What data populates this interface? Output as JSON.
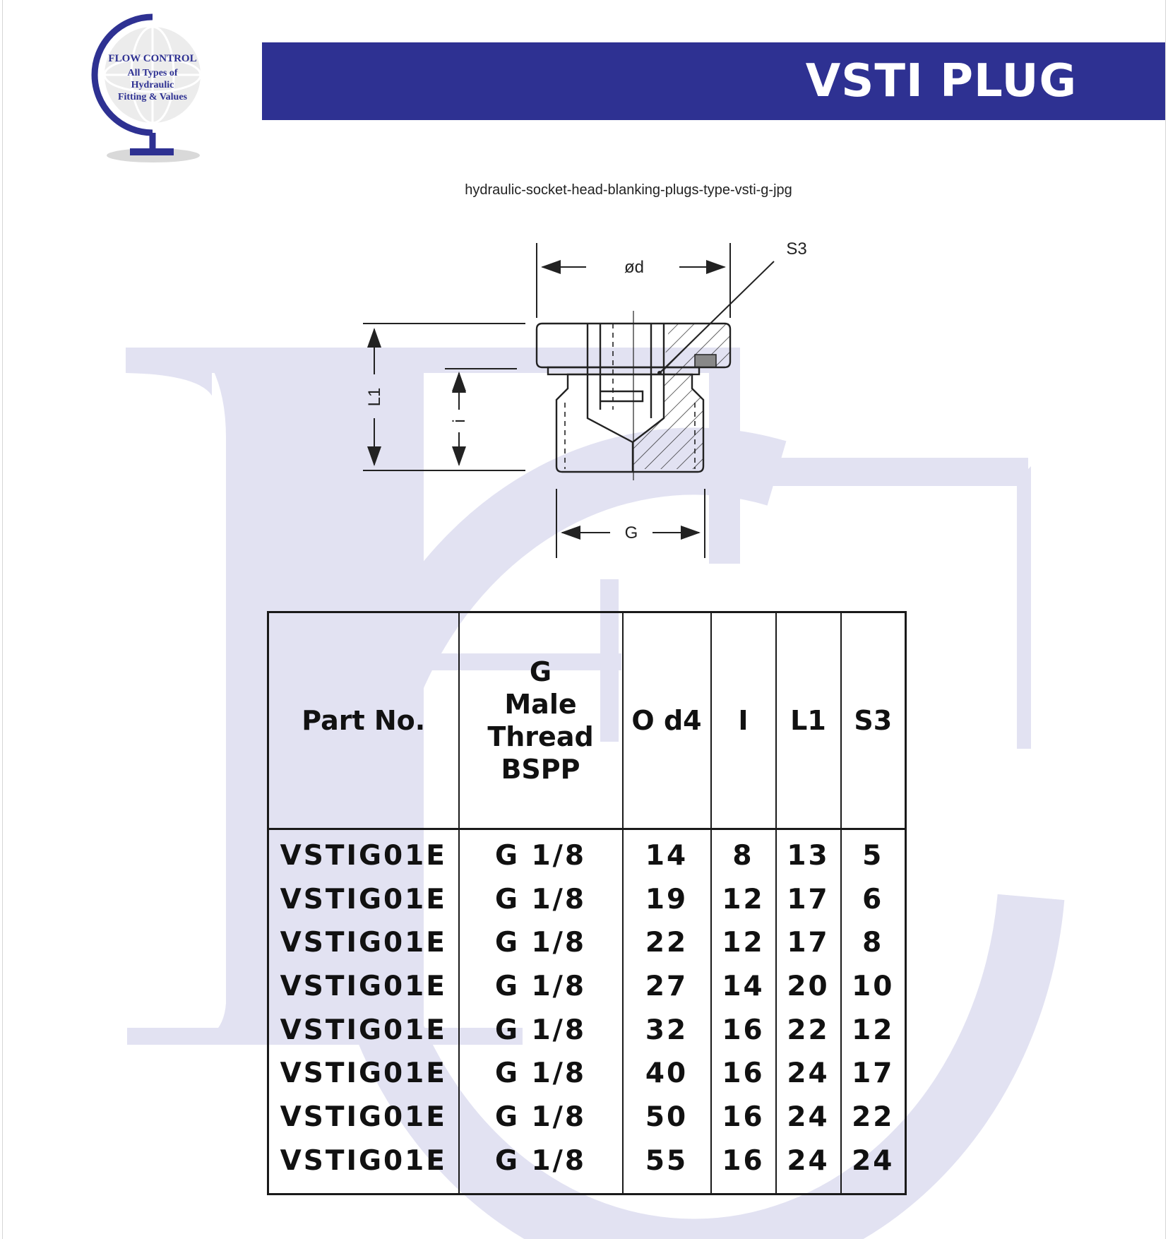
{
  "logo": {
    "line1": "FLOW CONTROL",
    "line2": "All Types of",
    "line3": "Hydraulic",
    "line4": "Fitting & Values",
    "color": "#2e3192"
  },
  "banner": {
    "title": "VSTI PLUG",
    "color": "#2e3192"
  },
  "caption": "hydraulic-socket-head-blanking-plugs-type-vsti-g-jpg",
  "drawing": {
    "labels": {
      "d": "ød",
      "s3": "S3",
      "l1": "L1",
      "i": "i",
      "g": "G"
    }
  },
  "table": {
    "headers": {
      "part_no": "Part No.",
      "thread": [
        "G",
        "Male",
        "Thread",
        "BSPP"
      ],
      "od4": "O d4",
      "i": "I",
      "l1": "L1",
      "s3": "S3"
    },
    "rows": [
      [
        "VSTIG01E",
        "G 1/8",
        "14",
        "8",
        "13",
        "5"
      ],
      [
        "VSTIG01E",
        "G 1/8",
        "19",
        "12",
        "17",
        "6"
      ],
      [
        "VSTIG01E",
        "G 1/8",
        "22",
        "12",
        "17",
        "8"
      ],
      [
        "VSTIG01E",
        "G 1/8",
        "27",
        "14",
        "20",
        "10"
      ],
      [
        "VSTIG01E",
        "G 1/8",
        "32",
        "16",
        "22",
        "12"
      ],
      [
        "VSTIG01E",
        "G 1/8",
        "40",
        "16",
        "24",
        "17"
      ],
      [
        "VSTIG01E",
        "G 1/8",
        "50",
        "16",
        "24",
        "22"
      ],
      [
        "VSTIG01E",
        "G 1/8",
        "55",
        "16",
        "24",
        "24"
      ]
    ]
  }
}
